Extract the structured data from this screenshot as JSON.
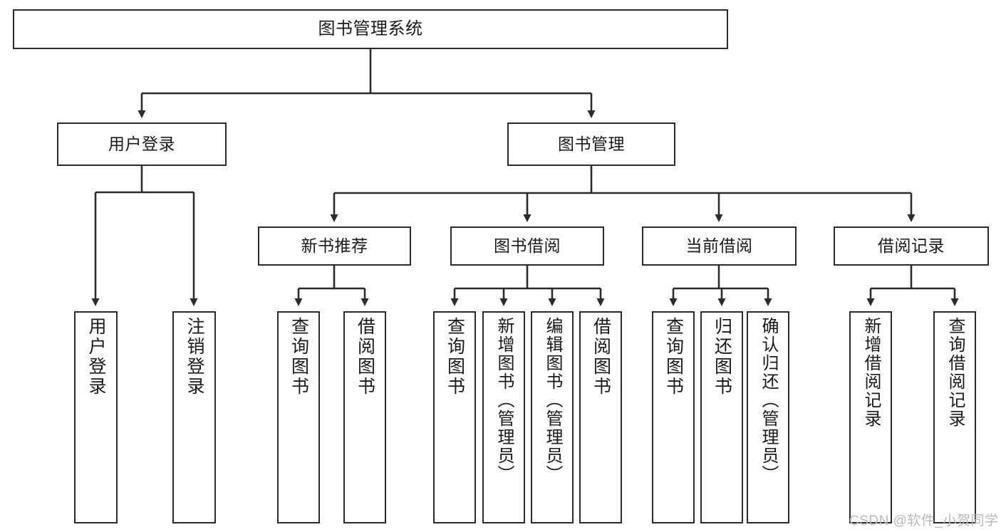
{
  "diagram": {
    "type": "tree",
    "title": "图书管理系统",
    "nodes": {
      "root": {
        "label": "图书管理系统"
      },
      "level2": [
        {
          "id": "user-login",
          "label": "用户登录"
        },
        {
          "id": "book-manage",
          "label": "图书管理"
        }
      ],
      "level3": [
        {
          "id": "new-book-recommend",
          "label": "新书推荐"
        },
        {
          "id": "book-borrow",
          "label": "图书借阅"
        },
        {
          "id": "current-borrow",
          "label": "当前借阅"
        },
        {
          "id": "borrow-record",
          "label": "借阅记录"
        }
      ],
      "leaves": {
        "user_login": [
          {
            "id": "leaf-user-login",
            "label": "用户登录"
          },
          {
            "id": "leaf-logout-login",
            "label": "注销登录"
          }
        ],
        "new_book_recommend": [
          {
            "id": "leaf-query-book-1",
            "label": "查询图书"
          },
          {
            "id": "leaf-borrow-book-1",
            "label": "借阅图书"
          }
        ],
        "book_borrow": [
          {
            "id": "leaf-query-book-2",
            "label": "查询图书"
          },
          {
            "id": "leaf-add-book",
            "label": "新增图书（管理员）"
          },
          {
            "id": "leaf-edit-book",
            "label": "编辑图书（管理员）"
          },
          {
            "id": "leaf-borrow-book-2",
            "label": "借阅图书"
          }
        ],
        "current_borrow": [
          {
            "id": "leaf-query-book-3",
            "label": "查询图书"
          },
          {
            "id": "leaf-return-book",
            "label": "归还图书"
          },
          {
            "id": "leaf-confirm-return",
            "label": "确认归还（管理员）"
          }
        ],
        "borrow_record": [
          {
            "id": "leaf-add-record",
            "label": "新增借阅记录"
          },
          {
            "id": "leaf-query-record",
            "label": "查询借阅记录"
          }
        ]
      }
    },
    "colors": {
      "border": "#2b2b2b",
      "background": "#ffffff",
      "text": "#1a1a1a",
      "link": "#2b2b2b",
      "watermark": "#b9b9b9"
    }
  },
  "watermark": {
    "text": "CSDN @软件_小贺同学"
  }
}
